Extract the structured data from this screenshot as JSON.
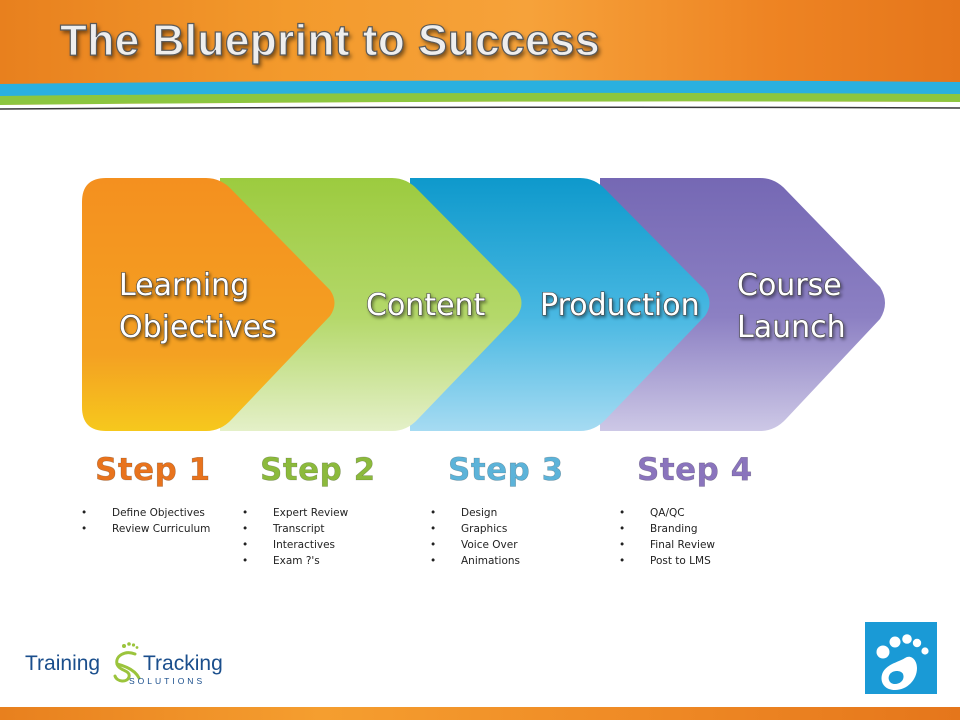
{
  "header": {
    "title": "The Blueprint to Success"
  },
  "chevrons": [
    {
      "lines": [
        "Learning",
        "Objectives"
      ]
    },
    {
      "lines": [
        "Content"
      ]
    },
    {
      "lines": [
        "Production"
      ]
    },
    {
      "lines": [
        "Course",
        "Launch"
      ]
    }
  ],
  "steps": [
    {
      "heading": "Step 1",
      "color": "#e8731d",
      "items": [
        "Define Objectives",
        "Review Curriculum"
      ]
    },
    {
      "heading": "Step 2",
      "color": "#8cba3c",
      "items": [
        "Expert Review",
        "Transcript",
        "Interactives",
        "Exam ?'s"
      ]
    },
    {
      "heading": "Step 3",
      "color": "#5cb3d9",
      "items": [
        "Design",
        "Graphics",
        "Voice Over",
        "Animations"
      ]
    },
    {
      "heading": "Step 4",
      "color": "#8a74bd",
      "items": [
        "QA/QC",
        "Branding",
        "Final Review",
        "Post to LMS"
      ]
    }
  ],
  "bullet": "•",
  "logo": {
    "word1": "Training",
    "word2": "Tracking",
    "subtitle": "SOLUTIONS"
  },
  "colors": {
    "orange": "#f29422",
    "green": "#9ccb3f",
    "blue": "#129ccd",
    "purple": "#7e70b5"
  }
}
